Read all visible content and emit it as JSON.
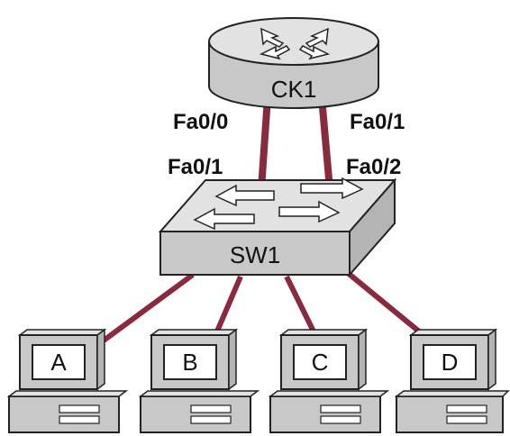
{
  "router": {
    "name": "CK1",
    "ports": {
      "left": "Fa0/0",
      "right": "Fa0/1"
    }
  },
  "switch": {
    "name": "SW1",
    "ports": {
      "left": "Fa0/1",
      "right": "Fa0/2"
    }
  },
  "pcs": [
    {
      "label": "A"
    },
    {
      "label": "B"
    },
    {
      "label": "C"
    },
    {
      "label": "D"
    }
  ],
  "colors": {
    "link": "#8a2a3e",
    "device_body": "#c8c8c8",
    "device_top": "#e2e2e2",
    "outline": "#222222"
  }
}
